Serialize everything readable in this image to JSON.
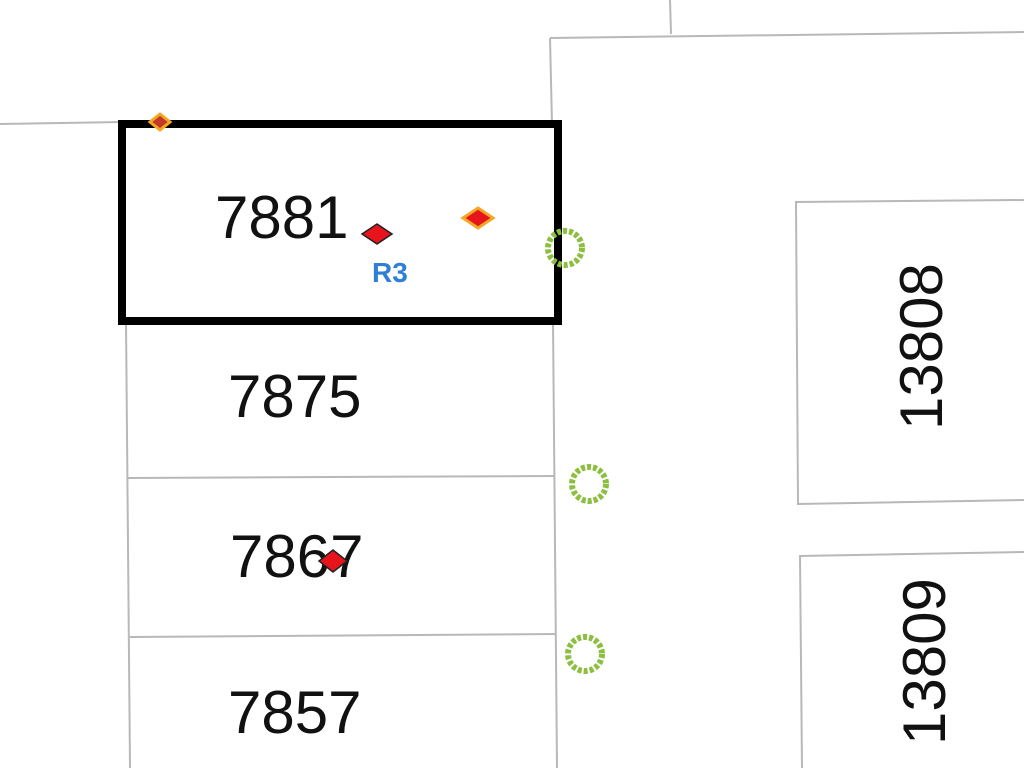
{
  "map": {
    "parcels": [
      {
        "label": "7881",
        "selected": true,
        "zone": "R3"
      },
      {
        "label": "7875"
      },
      {
        "label": "7867"
      },
      {
        "label": "7857"
      },
      {
        "label": "13808"
      },
      {
        "label": "13809"
      }
    ],
    "colors": {
      "selection_outline": "#000000",
      "parcel_line": "#b8b8b8",
      "zone_label": "#2f7fd6",
      "point_marker": "#e8141b",
      "point_marker_outline_alt": "#f5a623",
      "tree_symbol": "#8cbf3f"
    }
  }
}
